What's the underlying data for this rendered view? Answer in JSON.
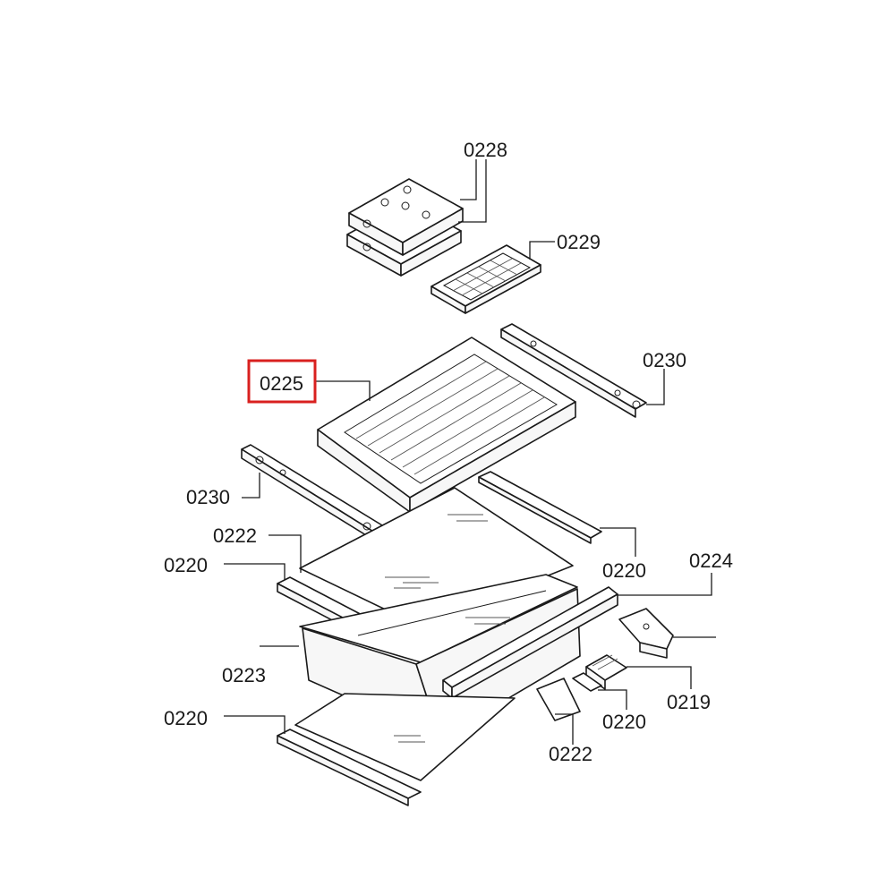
{
  "labels": {
    "l0228": "0228",
    "l0229": "0229",
    "l0225": "0225",
    "l0230a": "0230",
    "l0230b": "0230",
    "l0222a": "0222",
    "l0220a": "0220",
    "l0220b": "0220",
    "l0224": "0224",
    "l0223": "0223",
    "l0219": "0219",
    "l0220c": "0220",
    "l0220d": "0220",
    "l0222b": "0222"
  },
  "highlight": {
    "label": "0225",
    "color": "#d9201f"
  },
  "colors": {
    "line": "#1a1a1a",
    "background": "#ffffff"
  }
}
